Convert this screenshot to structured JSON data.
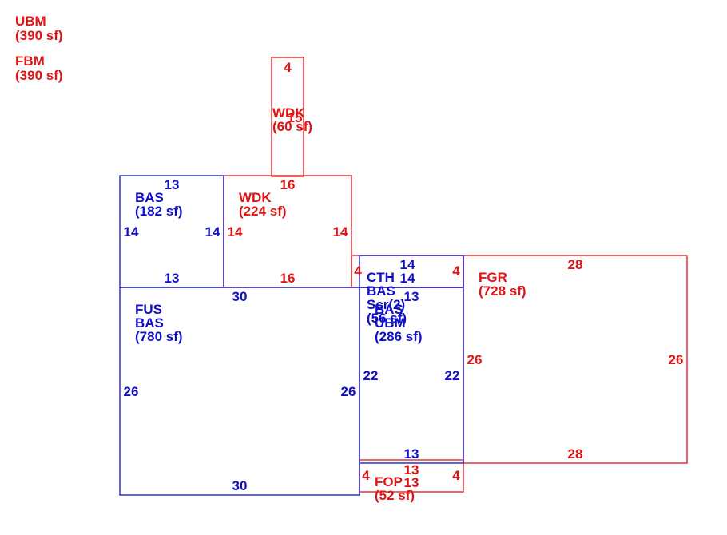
{
  "colors": {
    "blue": "#1010c8",
    "red": "#e01414"
  },
  "legend": [
    {
      "code": "UBM",
      "area": "(390 sf)"
    },
    {
      "code": "FBM",
      "area": "(390 sf)"
    }
  ],
  "areas": {
    "wdk_top": {
      "name": "WDK",
      "area": "(60 sf)"
    },
    "bas_left": {
      "name": "BAS",
      "area": "(182 sf)"
    },
    "wdk_mid": {
      "name": "WDK",
      "area": "(224 sf)"
    },
    "fus_bas": {
      "line1": "FUS",
      "line2": "BAS",
      "area": "(780 sf)"
    },
    "cth": {
      "line1": "CTH",
      "line2": "BAS",
      "line3": "Scr(2)",
      "area": "(56 sf)"
    },
    "bas_ubm": {
      "line1": "BAS",
      "line2": "UBM",
      "area": "(286 sf)"
    },
    "fgr": {
      "name": "FGR",
      "area": "(728 sf)"
    },
    "fop": {
      "name": "FOP",
      "area": "(52 sf)"
    }
  },
  "dimensions": {
    "wdk_top_w": "4",
    "wdk_top_h": "15",
    "bas_left_top": "13",
    "bas_left_bottom": "13",
    "bas_left_l": "14",
    "bas_left_r": "14",
    "wdk_mid_top": "16",
    "wdk_mid_bottom": "16",
    "wdk_mid_l": "14",
    "wdk_mid_r": "14",
    "fus_top": "30",
    "fus_bottom": "30",
    "fus_l": "26",
    "fus_r": "26",
    "cth_top": "14",
    "cth_bottom": "14",
    "cth_l": "4",
    "cth_r": "4",
    "bas_top": "13",
    "bas_bottom": "13",
    "bas_l": "22",
    "bas_r": "22",
    "fgr_top": "28",
    "fgr_bottom": "28",
    "fgr_l": "26",
    "fgr_r": "26",
    "fop_top": "13",
    "fop_bottom": "13",
    "fop_l": "4",
    "fop_r": "4"
  }
}
